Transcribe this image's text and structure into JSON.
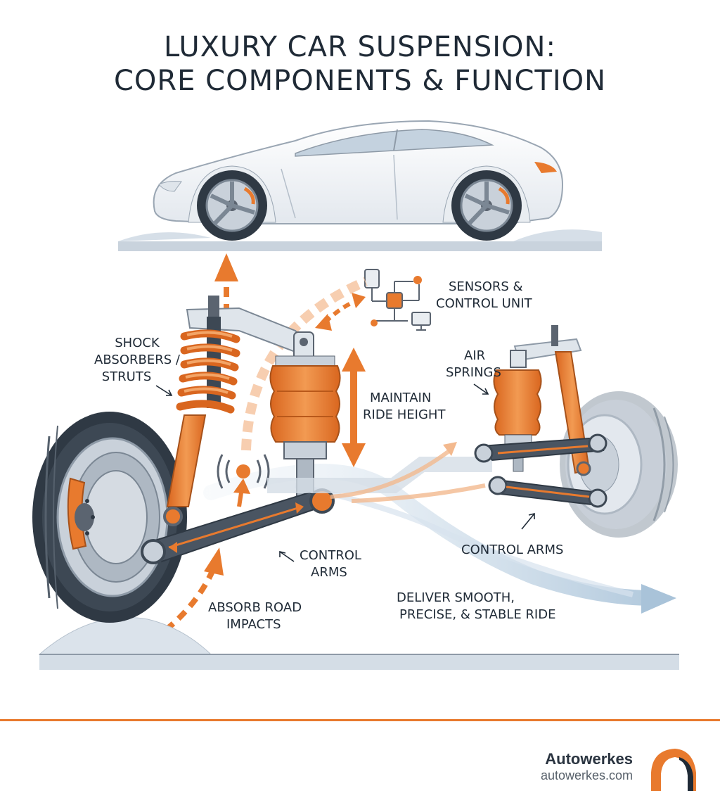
{
  "title": {
    "line1": "LUXURY CAR SUSPENSION:",
    "line2": "CORE COMPONENTS & FUNCTION"
  },
  "labels": {
    "sensors_line1": "SENSORS &",
    "sensors_line2": "CONTROL UNIT",
    "shock_line1": "SHOCK",
    "shock_line2": "ABSORBERS /",
    "shock_line3": "STRUTS",
    "air_line1": "AIR",
    "air_line2": "SPRINGS",
    "maintain_line1": "MAINTAIN",
    "maintain_line2": "RIDE HEIGHT",
    "control_left_line1": "CONTROL",
    "control_left_line2": "ARMS",
    "control_right": "CONTROL ARMS",
    "absorb_line1": "ABSORB ROAD",
    "absorb_line2": "IMPACTS",
    "deliver_line1": "DELIVER SMOOTH,",
    "deliver_line2": "PRECISE, & STABLE RIDE"
  },
  "brand": {
    "name": "Autowerkes",
    "url": "autowerkes.com"
  },
  "colors": {
    "accent_orange": "#e87a2e",
    "dark_text": "#1f2a36",
    "steel": "#5b6470",
    "flow_blue": "#b8cfe0"
  },
  "icons": [
    "car-illustration",
    "wheel-icon",
    "coil-spring-icon",
    "air-spring-icon",
    "control-arm-icon",
    "sensor-network-icon",
    "monitor-icon",
    "signal-waves-icon",
    "brand-logo"
  ]
}
